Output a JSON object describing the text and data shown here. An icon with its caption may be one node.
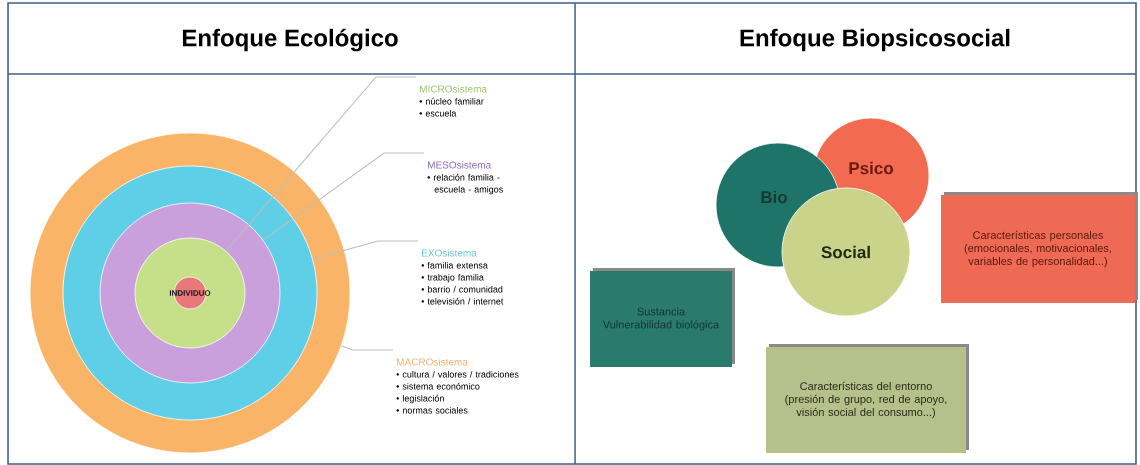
{
  "diagram": {
    "nodes": [
      {
        "text": [],
        "shape": "circle"
      },
      {
        "text": [],
        "shape": "circle",
        "in": 0
      },
      {
        "text": [],
        "shape": "circle",
        "in": 1
      },
      {
        "text": [],
        "shape": "circle",
        "in": 2
      },
      {
        "text": [
          "INDIVIDUO"
        ],
        "in": 3
      },
      {
        "text": [
          "MICROsistema",
          "• núcleo familiar",
          "• escuela"
        ]
      },
      {
        "text": [
          "MESOsistema",
          "• relación familia - escuela - amigos"
        ]
      },
      {
        "text": [
          "EXOsistema",
          "• familia extensa",
          "• trabajo familia",
          "• barrio / comunidad",
          "• televisión / internet"
        ]
      },
      {
        "text": [
          "MACROsistema",
          "• cultura / valores / tradiciones",
          "• sistema económico",
          "• legislación",
          "• normas sociales"
        ]
      },
      {
        "text": [
          "Psico"
        ]
      },
      {
        "text": [
          "Bio"
        ]
      },
      {
        "text": [
          "Social"
        ]
      },
      {
        "text": [
          "Sustancia Vulnerabilidad biológica"
        ]
      },
      {
        "text": [
          "Características personales (emocionales, motivacionales, variables de personalidad...)"
        ]
      },
      {
        "text": [
          "Características del entorno (presión de grupo, red de apoyo, visión social del consumo...)"
        ]
      }
    ],
    "edges": [
      {
        "from": 5,
        "to": 3,
        "arrow": "none"
      },
      {
        "from": 6,
        "to": 2,
        "arrow": "none"
      },
      {
        "from": 7,
        "to": 1,
        "arrow": "none"
      },
      {
        "from": 8,
        "to": 0,
        "arrow": "none"
      }
    ],
    "labels": [
      "Enfoque Ecológico",
      "Enfoque Biopsicosocial"
    ]
  }
}
